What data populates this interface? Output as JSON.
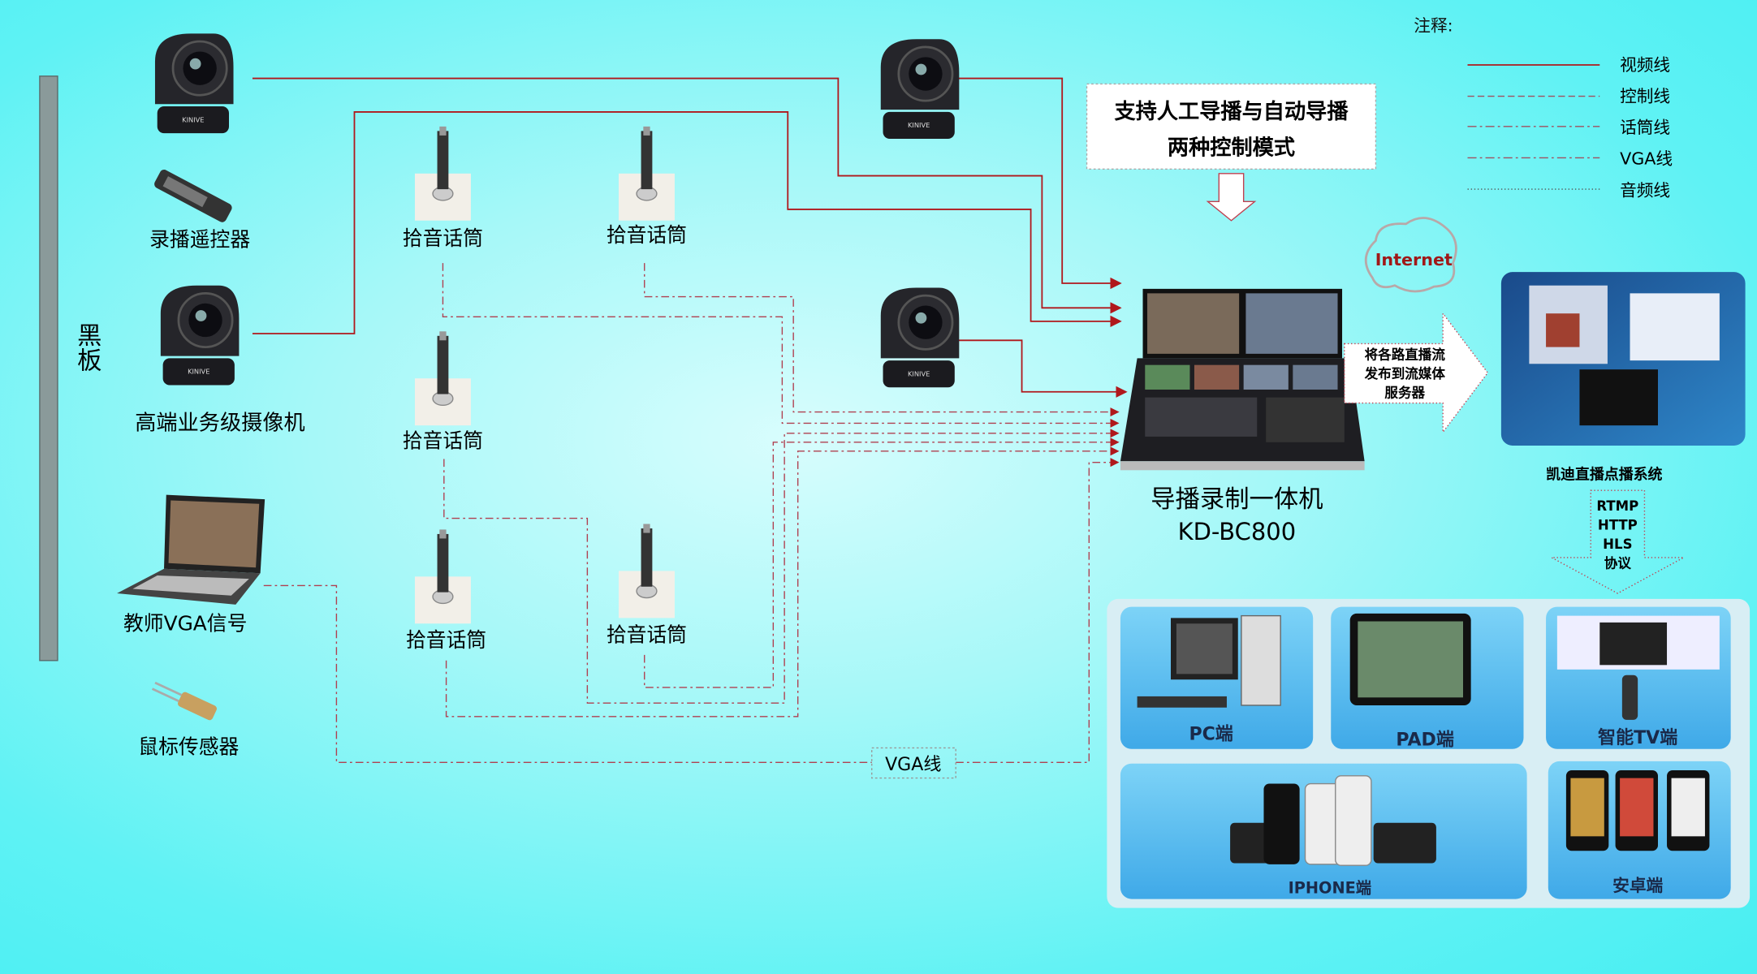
{
  "legend": {
    "title": "注释:",
    "items": [
      {
        "label": "视频线",
        "style": "solid"
      },
      {
        "label": "控制线",
        "style": "dashed"
      },
      {
        "label": "话筒线",
        "style": "dash-dot"
      },
      {
        "label": "VGA线",
        "style": "dash-dot"
      },
      {
        "label": "音频线",
        "style": "dotted"
      }
    ]
  },
  "blackboard": "黑板",
  "left": {
    "remote": "录播遥控器",
    "camera": "高端业务级摄像机",
    "teacher_vga": "教师VGA信号",
    "mouse_sensor": "鼠标传感器",
    "camera_brand": "KINIVE"
  },
  "mics": [
    "拾音话筒",
    "拾音话筒",
    "拾音话筒",
    "拾音话筒",
    "拾音话筒"
  ],
  "mode_box": {
    "line1": "支持人工导播与自动导播",
    "line2": "两种控制模式"
  },
  "internet": "Internet",
  "device": {
    "name": "导播录制一体机",
    "model": "KD-BC800"
  },
  "publish": {
    "line1": "将各路直播流",
    "line2": "发布到流媒体",
    "line3": "服务器"
  },
  "server": {
    "label": "凯迪直播点播系统"
  },
  "protocols": [
    "RTMP",
    "HTTP",
    "HLS",
    "协议"
  ],
  "vga_line_label": "VGA线",
  "clients": {
    "pc": "PC端",
    "pad": "PAD端",
    "tv": "智能TV端",
    "iphone": "IPHONE端",
    "android": "安卓端"
  },
  "colors": {
    "video_line": "#b0181c",
    "control_line": "#b84040",
    "tile_blue": "#5cc0ef"
  }
}
